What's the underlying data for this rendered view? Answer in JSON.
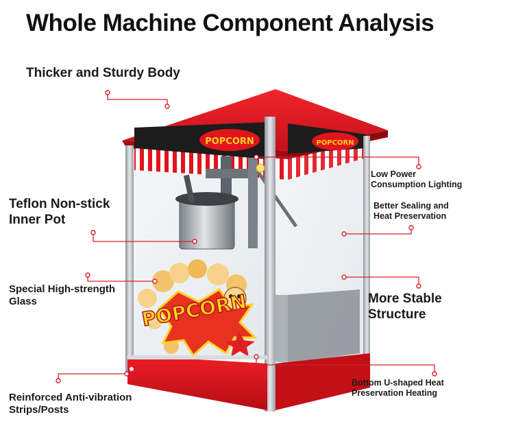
{
  "title": "Whole Machine Component Analysis",
  "labels": {
    "body": "Thicker and Sturdy Body",
    "teflon_1": "Teflon Non-stick",
    "teflon_2": "Inner Pot",
    "glass_1": "Special High-strength",
    "glass_2": "Glass",
    "strips_1": "Reinforced Anti-vibration",
    "strips_2": "Strips/Posts",
    "lighting_1": "Low Power",
    "lighting_2": "Consumption Lighting",
    "sealing_1": "Better Sealing and",
    "sealing_2": "Heat Preservation",
    "structure_1": "More Stable",
    "structure_2": "Structure",
    "heating_1": "Bottom U-shaped Heat",
    "heating_2": "Preservation Heating"
  },
  "signage": {
    "header_logo_left": "POPCORN",
    "header_logo_right": "POPCORN",
    "glass_logo": "POPCORN"
  },
  "colors": {
    "machine_red": "#e0141b",
    "dark_red": "#b30d12",
    "frame_steel": "#b9bdc2",
    "callout_line": "#d2202a",
    "logo_yellow": "#ffd21f"
  }
}
